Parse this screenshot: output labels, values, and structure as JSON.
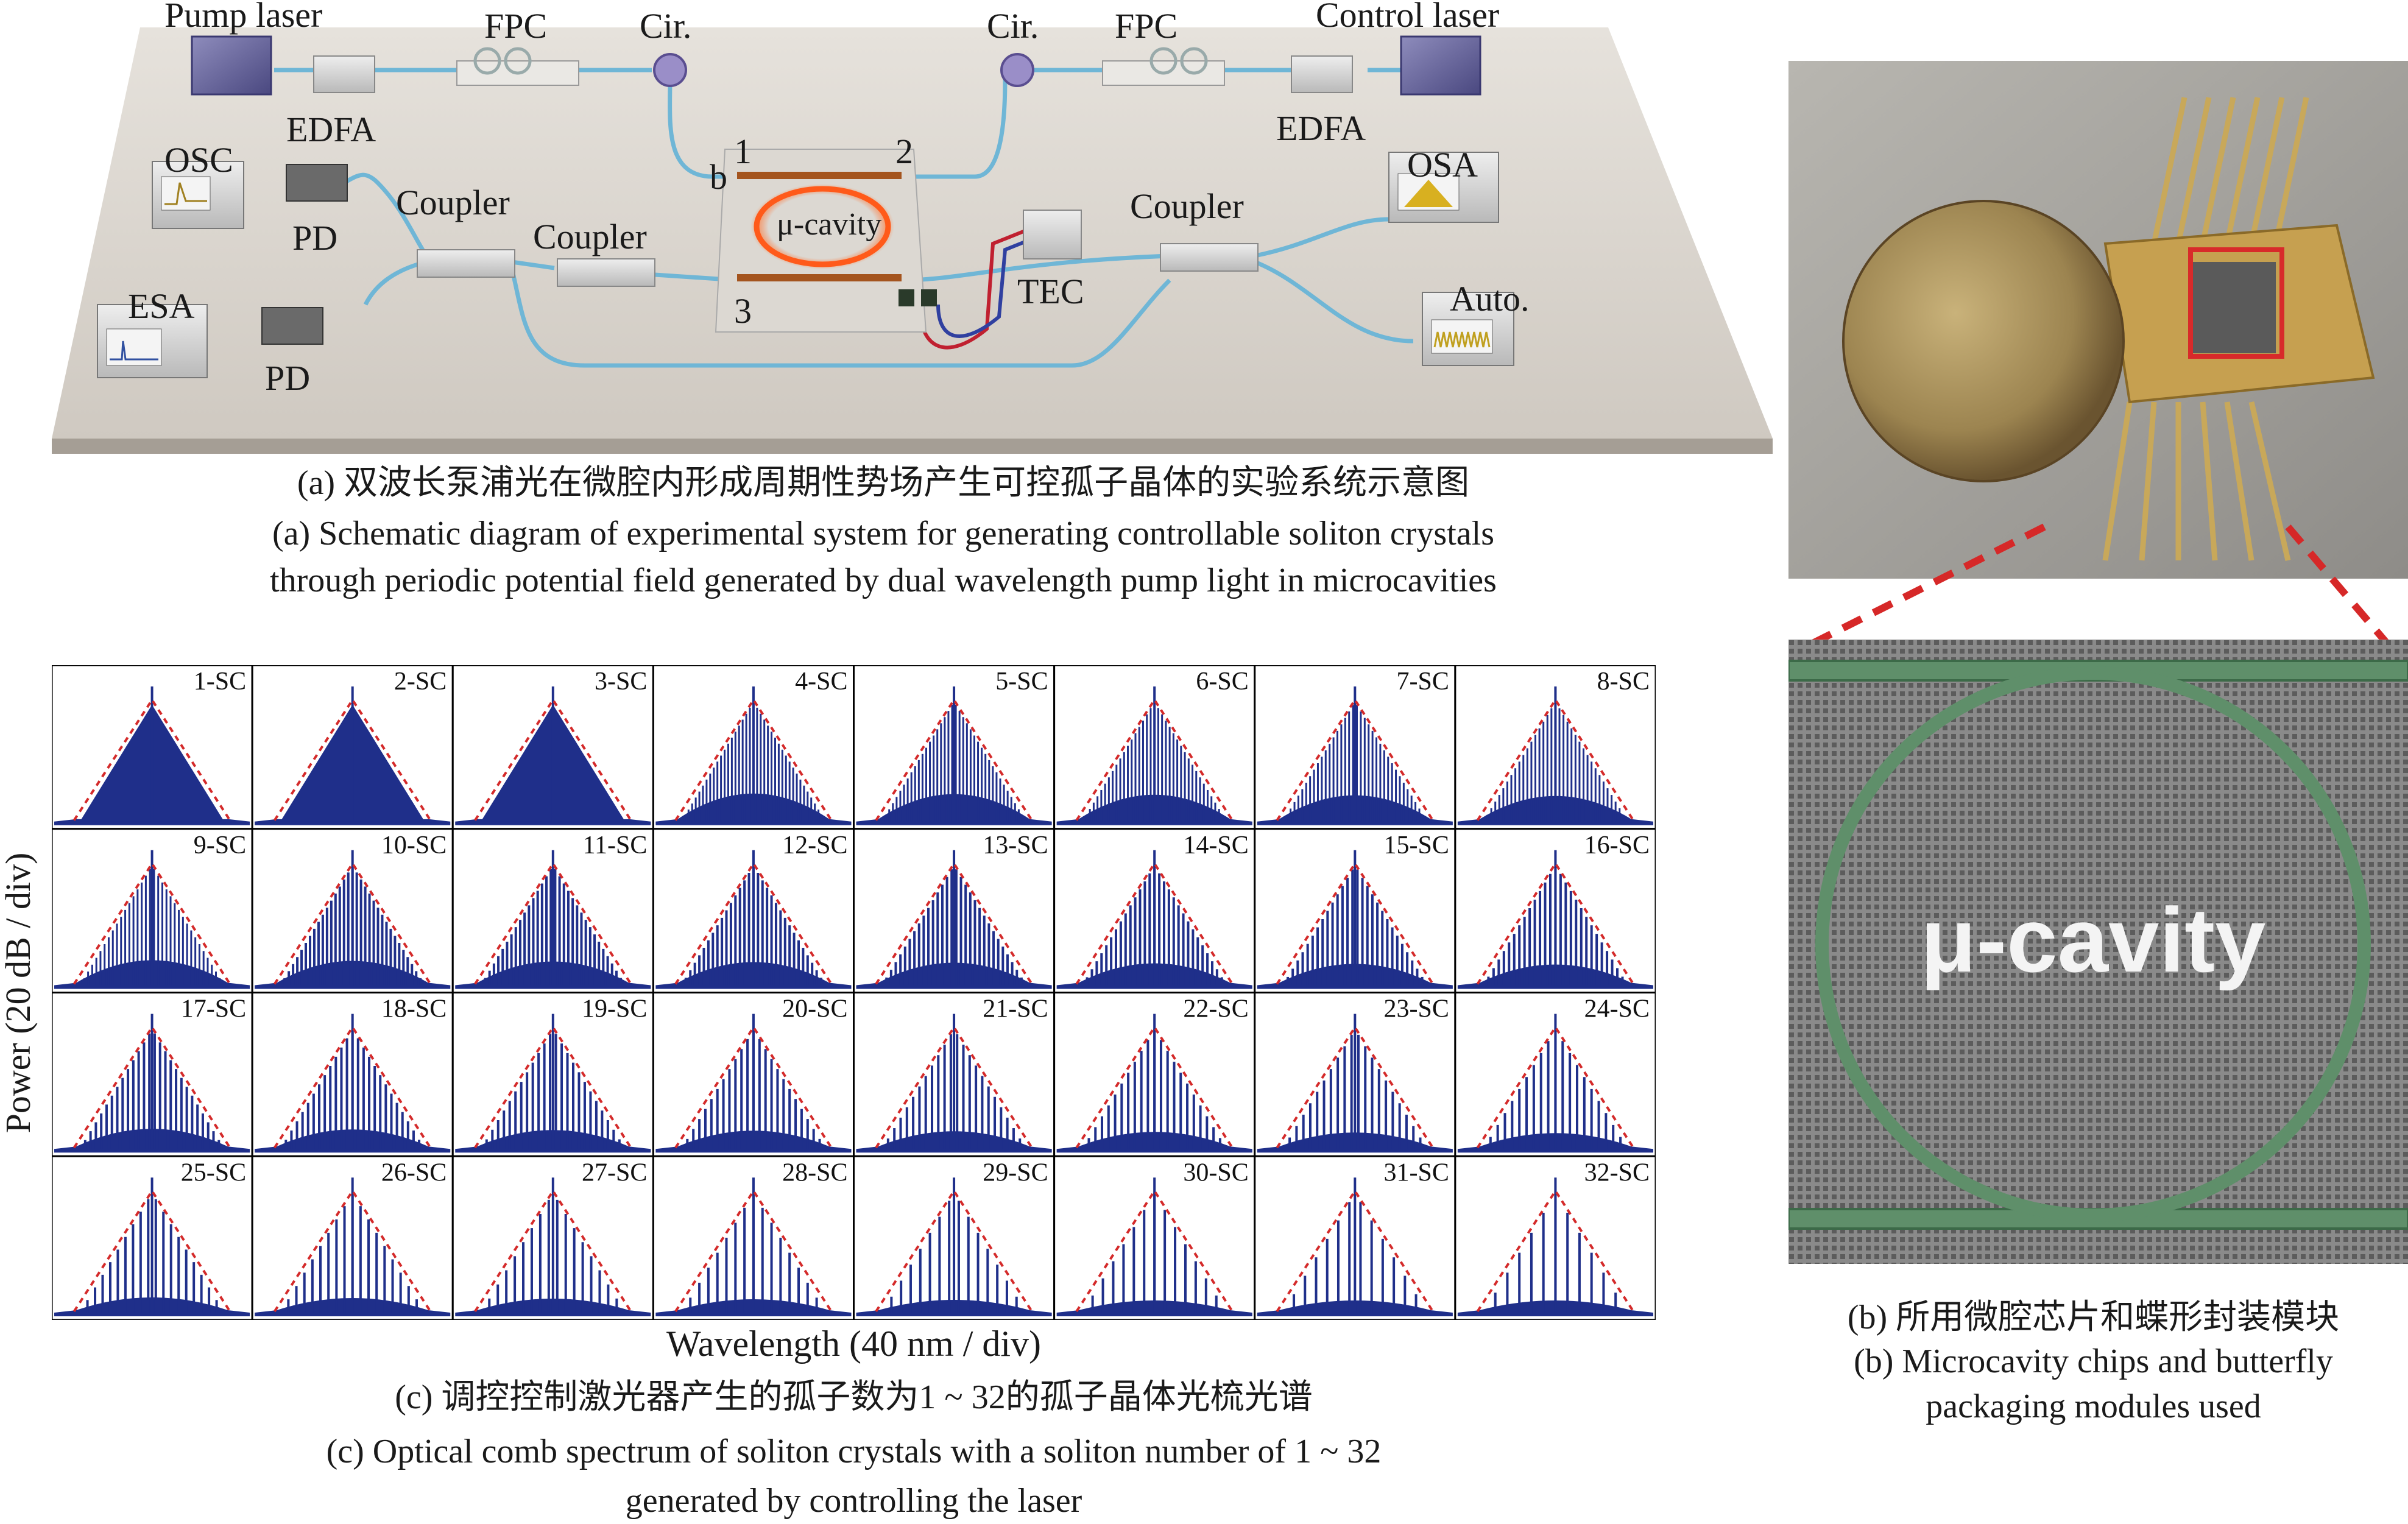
{
  "panel_a": {
    "labels": {
      "pump_laser": "Pump laser",
      "control_laser": "Control laser",
      "fpc_left": "FPC",
      "fpc_right": "FPC",
      "cir_left": "Cir.",
      "cir_right": "Cir.",
      "edfa_left": "EDFA",
      "edfa_right": "EDFA",
      "osc": "OSC",
      "osa": "OSA",
      "esa": "ESA",
      "auto": "Auto.",
      "pd_top": "PD",
      "pd_bottom": "PD",
      "coupler_1": "Coupler",
      "coupler_2": "Coupler",
      "coupler_3": "Coupler",
      "tec": "TEC",
      "mu_cavity": "μ-cavity",
      "port_1": "1",
      "port_2": "2",
      "port_3": "3",
      "port_b": "b"
    },
    "caption_cn": "(a) 双波长泵浦光在微腔内形成周期性势场产生可控孤子晶体的实验系统示意图",
    "caption_en_1": "(a) Schematic diagram of experimental system for generating controllable soliton crystals",
    "caption_en_2": "through periodic potential field generated by dual wavelength pump light in microcavities"
  },
  "panel_b": {
    "photo_label": "μ-cavity",
    "caption_cn": "(b) 所用微腔芯片和蝶形封装模块",
    "caption_en_1": "(b) Microcavity chips and butterfly",
    "caption_en_2": "packaging modules used"
  },
  "panel_c": {
    "ylabel": "Power (20 dB / div)",
    "xlabel": "Wavelength (40 nm / div)",
    "caption_cn": "(c) 调控控制激光器产生的孤子数为1 ~ 32的孤子晶体光梳光谱",
    "caption_en_1": "(c) Optical comb spectrum of soliton crystals with a soliton number of 1 ~ 32",
    "caption_en_2": "generated by controlling the laser",
    "colors": {
      "spectrum": "#1f2f8a",
      "envelope": "#d42a2a"
    },
    "chart_data": {
      "type": "line",
      "grid": "4 rows x 8 columns of spectra",
      "soliton_numbers": [
        1,
        2,
        3,
        4,
        5,
        6,
        7,
        8,
        9,
        10,
        11,
        12,
        13,
        14,
        15,
        16,
        17,
        18,
        19,
        20,
        21,
        22,
        23,
        24,
        25,
        26,
        27,
        28,
        29,
        30,
        31,
        32
      ],
      "panel_labels": [
        "1-SC",
        "2-SC",
        "3-SC",
        "4-SC",
        "5-SC",
        "6-SC",
        "7-SC",
        "8-SC",
        "9-SC",
        "10-SC",
        "11-SC",
        "12-SC",
        "13-SC",
        "14-SC",
        "15-SC",
        "16-SC",
        "17-SC",
        "18-SC",
        "19-SC",
        "20-SC",
        "21-SC",
        "22-SC",
        "23-SC",
        "24-SC",
        "25-SC",
        "26-SC",
        "27-SC",
        "28-SC",
        "29-SC",
        "30-SC",
        "31-SC",
        "32-SC"
      ],
      "xlabel": "Wavelength (40 nm / div)",
      "ylabel": "Power (20 dB / div)"
    }
  }
}
